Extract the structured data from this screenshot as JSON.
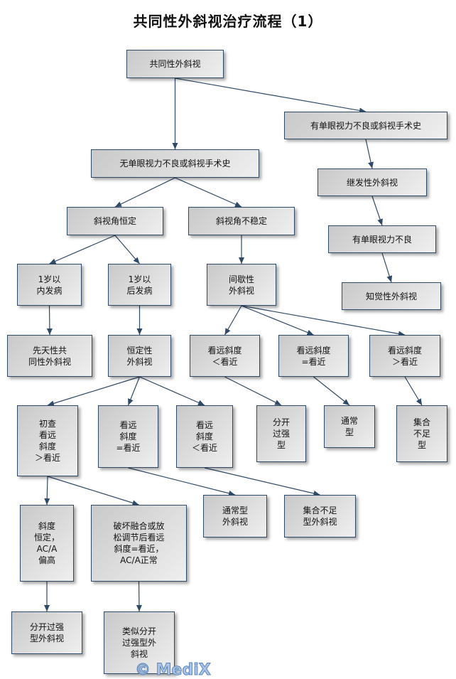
{
  "title": "共同性外斜视治疗流程（1）",
  "watermark": "© MediX",
  "nodes": [
    "共同性外斜视",
    "有单眼视力不良或斜视手术史",
    "无单眼视力不良或斜视手术史",
    "继发性外斜视",
    "斜视角恒定",
    "斜视角不稳定",
    "有单眼视力不良",
    "1岁以\n内发病",
    "1岁以\n后发病",
    "间歇性\n外斜视",
    "知觉性外斜视",
    "先天性共\n同性外斜视",
    "恒定性\n外斜视",
    "看远斜度\n＜看近",
    "看远斜度\n=看近",
    "看远斜度\n＞看近",
    "初查\n看远\n斜度\n＞看近",
    "看远\n斜度\n=看近",
    "看远\n斜度\n＜看近",
    "分开\n过强\n型",
    "通常\n型",
    "集合\n不足\n型",
    "通常型\n外斜视",
    "集合不足\n型外斜视",
    "斜度\n恒定，\nAC/A\n偏高",
    "破坏融合或放\n松调节后看远\n斜度=看近，\nAC/A正常",
    "分开过强\n型外斜视",
    "类似分开\n过强型外\n斜视"
  ],
  "colors": {
    "edge": "#2e4a66",
    "border": "#2e4a66"
  }
}
